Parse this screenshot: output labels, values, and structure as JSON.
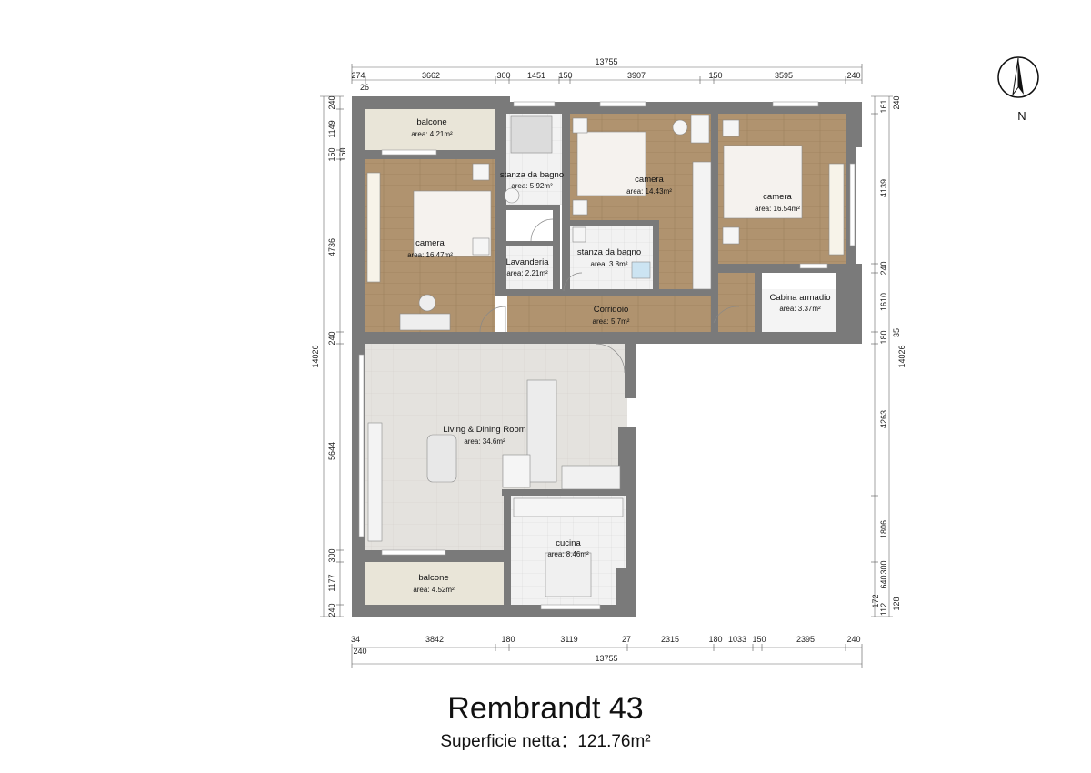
{
  "plan": {
    "title": "Rembrandt 43",
    "subtitle": "Superficie netta：121.76m²",
    "north_label": "N",
    "rooms": [
      {
        "name": "balcone",
        "area": "area: 4.21m²"
      },
      {
        "name": "stanza da bagno",
        "area": "area: 5.92m²"
      },
      {
        "name": "camera",
        "area": "area: 14.43m²"
      },
      {
        "name": "camera",
        "area": "area: 16.54m²"
      },
      {
        "name": "camera",
        "area": "area: 16.47m²"
      },
      {
        "name": "Lavanderia",
        "area": "area: 2.21m²"
      },
      {
        "name": "stanza da bagno",
        "area": "area: 3.8m²"
      },
      {
        "name": "Corridoio",
        "area": "area: 5.7m²"
      },
      {
        "name": "Cabina armadio",
        "area": "area: 3.37m²"
      },
      {
        "name": "Living & Dining Room",
        "area": "area: 34.6m²"
      },
      {
        "name": "cucina",
        "area": "area: 8.46m²"
      },
      {
        "name": "balcone",
        "area": "area: 4.52m²"
      }
    ],
    "dims_top_total": "13755",
    "dims_top": [
      "274",
      "26",
      "3662",
      "300",
      "1451",
      "150",
      "3907",
      "150",
      "3595",
      "240"
    ],
    "dims_bottom": [
      "34",
      "240",
      "3842",
      "180",
      "3119",
      "27",
      "2315",
      "180",
      "1033",
      "150",
      "2395",
      "240"
    ],
    "dims_bottom_total": "13755",
    "dims_left": [
      "240",
      "1149",
      "150",
      "150",
      "4736",
      "240",
      "14026",
      "5644",
      "300",
      "1177",
      "240"
    ],
    "dims_right": [
      "161",
      "240",
      "4139",
      "240",
      "1610",
      "180",
      "35",
      "14026",
      "4263",
      "1806",
      "640",
      "300",
      "172",
      "112",
      "128"
    ]
  }
}
